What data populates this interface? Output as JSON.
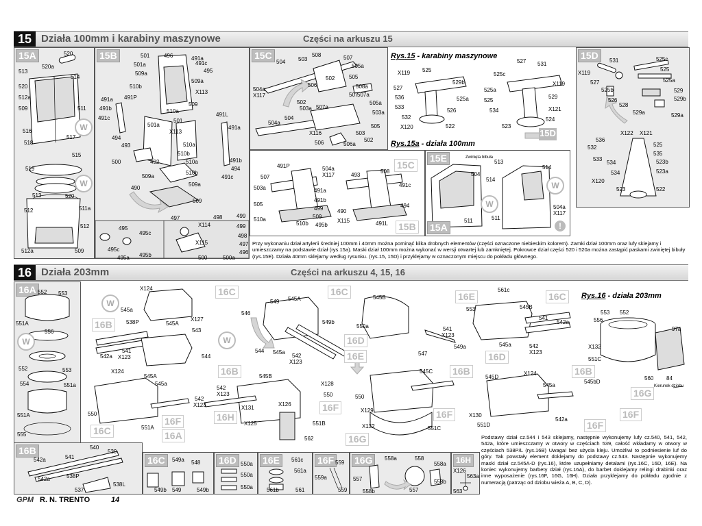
{
  "section15": {
    "number": "15",
    "title": "Działa 100mm i karabiny maszynowe",
    "sheet": "Części na arkuszu 15",
    "panels": [
      "15A",
      "15B",
      "15C",
      "15D",
      "15E"
    ],
    "fig15_label": "Rys.15",
    "fig15_caption": " - karabiny maszynowe",
    "fig15a_label": "Rys.15a",
    "fig15a_caption": " - działa 100mm",
    "twisted_paper": "Zwinięta bibuła",
    "note": "Przy wykonaniu dział artylerii średniej 100mm i 40mm można pominąć kilka drobnych elementów (części oznaczone niebieskim kolorem). Zamki dział 100mm oraz lufy sklejamy i umieszczamy na podstawie dział (rys.15a). Maski dział 100mm można wykonać w wersji otwartej lub zamkniętej. Pokrowce dział części 520 i 520a można zastąpić paskami zwiniętej bibuły (rys.15E). Działa 40mm sklejamy według rysunku. (rys.15, 15D) i przyklejamy w oznaczonym miejscu do pokładu głównego.",
    "labels_15a": [
      "520",
      "520a",
      "513",
      "514",
      "520",
      "512a",
      "509",
      "511",
      "516",
      "517",
      "518",
      "515",
      "519",
      "513",
      "520",
      "511a",
      "512",
      "512",
      "512a",
      "509"
    ],
    "labels_15b": [
      "501",
      "496",
      "491a",
      "501a",
      "491c",
      "509a",
      "495",
      "509a",
      "510b",
      "X113",
      "509",
      "510a",
      "491P",
      "491L",
      "491a",
      "491b",
      "491c",
      "501a",
      "501",
      "X113",
      "494",
      "493",
      "510a",
      "491a",
      "500",
      "492",
      "510b",
      "491b",
      "510a",
      "494",
      "509a",
      "491c",
      "510b",
      "509a",
      "490",
      "509",
      "495",
      "495c",
      "495b",
      "495a",
      "495c"
    ],
    "labels_15c": [
      "504",
      "503",
      "508",
      "507",
      "505a",
      "504a",
      "X117",
      "502",
      "506",
      "505",
      "508a",
      "503a",
      "502",
      "507a",
      "507",
      "507a",
      "505a",
      "503a",
      "505",
      "X116",
      "503",
      "504a",
      "504",
      "506",
      "506a",
      "502"
    ],
    "labels_15c_bottom": [
      "497",
      "498",
      "499",
      "X114",
      "499",
      "X115",
      "498",
      "497",
      "496",
      "500",
      "500a"
    ],
    "labels_fig15": [
      "X119",
      "525",
      "527",
      "529b",
      "525a",
      "536",
      "533",
      "526",
      "532",
      "X120",
      "522",
      "527",
      "531",
      "525c",
      "525a",
      "525",
      "534",
      "X119",
      "529",
      "X121",
      "523",
      "524"
    ],
    "labels_fig15a": [
      "491P",
      "504a",
      "X117",
      "493",
      "508",
      "507",
      "503a",
      "491a",
      "491c",
      "505",
      "499",
      "494",
      "491b",
      "510a",
      "510b",
      "509",
      "495b",
      "490",
      "X115",
      "491L",
      "15B",
      "15C"
    ],
    "labels_15e": [
      "513",
      "504",
      "514",
      "514",
      "W",
      "511",
      "511",
      "504a",
      "X117",
      "15A"
    ],
    "labels_15d": [
      "531",
      "525c",
      "X119",
      "525",
      "527",
      "525a",
      "525b",
      "529",
      "526",
      "528",
      "529a",
      "529b",
      "529a",
      "X122",
      "X121",
      "536",
      "534",
      "532",
      "525",
      "533",
      "535",
      "X120",
      "534",
      "523b",
      "523a",
      "523",
      "522"
    ]
  },
  "section16": {
    "number": "16",
    "title": "Działa 203mm",
    "sheet": "Części na arkuszu 4, 15, 16",
    "panels": [
      "16A",
      "16B",
      "16C",
      "16D",
      "16E",
      "16F",
      "16G",
      "16H"
    ],
    "fig16_label": "Rys.16",
    "fig16_caption": " - działa 203mm",
    "bow_direction": "Kierunek dziobu",
    "note": "Podstawy dział cz.544 i 543 sklejamy, następnie wykonujemy lufy cz.540, 541, 542, 542a, które umieszczamy w otwory w częściach 539, całość wkładamy w otwory w częściach 538P/L (rys.16B) Uwaga! bez użycia kleju. Umożliwi to podniesienie luf do góry. Tak powstały element doklejamy do podstawy cz.543. Następnie wykonujemy maski dział cz.545A-D (rys.16), które uzupełniamy detalami (rys.16C, 16D, 16E). Na koniec wykonujemy barbety dział (rys.16A), do barbet doklejamy relingi drabinki oraz inne wyposażenie (rys.16F, 16G, 16H). Działa przyklejamy do pokładu zgodnie z numeracją (patrząc od dziobu wieża A, B, C, D).",
    "labels_16a": [
      "552",
      "553",
      "551A",
      "556",
      "552",
      "553",
      "554",
      "551a",
      "551A",
      "555"
    ],
    "labels_16b_top": [
      "X124",
      "545a",
      "545A",
      "X127",
      "538P",
      "543",
      "541",
      "X123",
      "542a",
      "544"
    ],
    "labels_turret2": [
      "546",
      "549",
      "545A",
      "549b",
      "544",
      "545a",
      "542",
      "X123"
    ],
    "labels_turret3": [
      "545B",
      "550a",
      "541",
      "X123",
      "547",
      "549a"
    ],
    "labels_turret4": [
      "561c",
      "553",
      "545B",
      "541",
      "542a",
      "545a",
      "542",
      "X123"
    ],
    "labels_row2_a": [
      "X124",
      "545A",
      "545a",
      "550",
      "542",
      "X123",
      "551A"
    ],
    "labels_row2_b": [
      "545B",
      "X128",
      "542",
      "X123",
      "550",
      "X131",
      "X125",
      "551B",
      "X126",
      "562"
    ],
    "labels_row2_c": [
      "545C",
      "550",
      "X129",
      "X132",
      "551C"
    ],
    "labels_row2_d": [
      "545D",
      "X124",
      "545bD",
      "545a",
      "X130",
      "551D",
      "542a"
    ],
    "labels_fig16": [
      "553",
      "552",
      "556",
      "97a",
      "X132",
      "551C",
      "560",
      "84"
    ],
    "bottom_16b": [
      "540",
      "539",
      "542a",
      "541",
      "542a",
      "538P",
      "537",
      "538L"
    ],
    "bottom_16c": [
      "549a",
      "548",
      "549b",
      "549",
      "549b"
    ],
    "bottom_16d": [
      "550a",
      "550a",
      "550a"
    ],
    "bottom_16e": [
      "561c",
      "561a",
      "561b",
      "561"
    ],
    "bottom_16f": [
      "559",
      "559a",
      "559"
    ],
    "bottom_16g": [
      "558a",
      "558",
      "557",
      "558a",
      "558b",
      "557",
      "558b"
    ],
    "bottom_16h": [
      "X126",
      "563a",
      "563"
    ]
  },
  "footer": {
    "logo": "GPM",
    "author": "R. N. TRENTO",
    "page": "14"
  },
  "warning_icon": "exclamation-icon",
  "window_icon": "W"
}
